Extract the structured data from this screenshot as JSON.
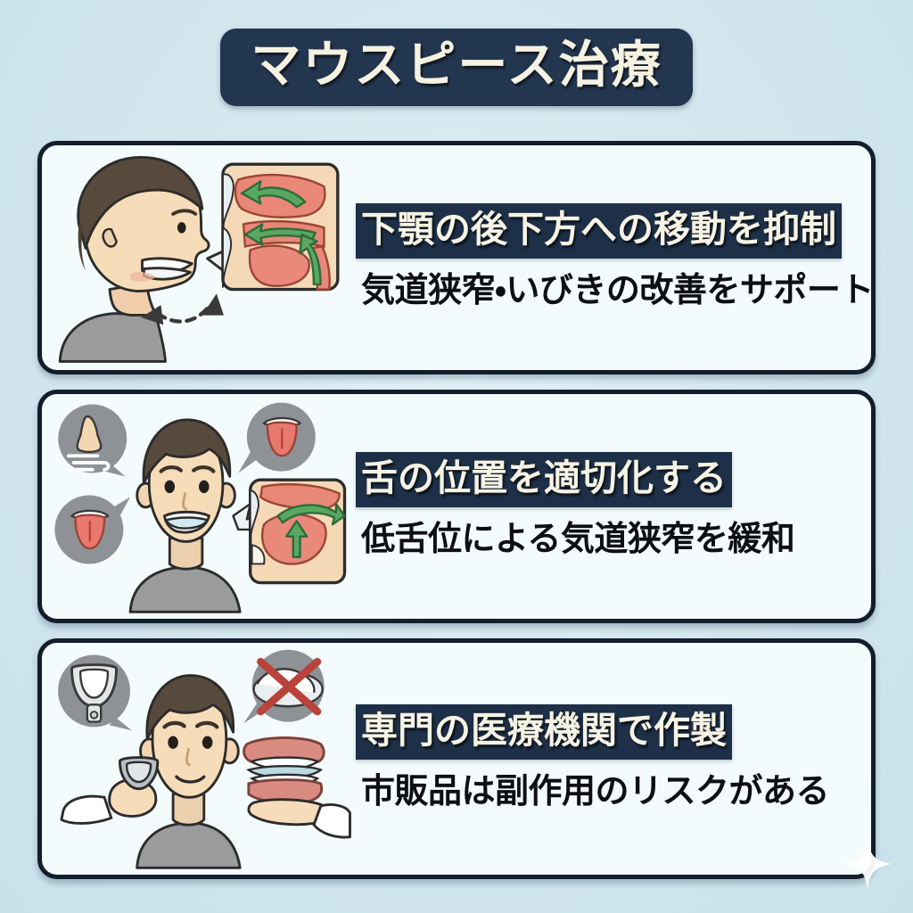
{
  "page": {
    "background_color": "#d3e6ed",
    "title": "マウスピース治療",
    "title_badge_color": "#23364f",
    "title_text_color": "#f6f2e2"
  },
  "theme": {
    "card_background": "#f3fbfc",
    "card_border": "#141d2c",
    "headline_band_color": "#1d3048",
    "headline_text_color": "#f7f3e4",
    "subline_text_color": "#0d0f12",
    "accent_green": "#4f9c5a",
    "accent_red": "#b9423a",
    "badge_gray": "#8e9296",
    "tissue_pink": "#e98878",
    "skin": "#f5d9b6",
    "hair": "#4b4034",
    "shirt": "#9a9b9d"
  },
  "cards": [
    {
      "id": "card-1",
      "headline": "下顎の後下方への移動を抑制",
      "subline": "気道狭窄・いびきの改善をサポート",
      "illustration": {
        "name": "profile-head-with-mouthpiece-and-airway-panel",
        "elements": [
          "man-profile-facing-right",
          "mouthpiece-in-mouth",
          "dashed-double-arrow-jaw-movement",
          "speech-bubble-airway-cross-section",
          "green-airflow-arrows"
        ]
      }
    },
    {
      "id": "card-2",
      "headline": "舌の位置を適切化する",
      "subline": "低舌位による気道狭窄を緩和",
      "illustration": {
        "name": "front-face-with-tongue-badges-and-airway-panel",
        "elements": [
          "man-front-facing",
          "mouthpiece-on-teeth",
          "badge-nose-with-airflow",
          "badge-tongue-upper-right",
          "badge-tongue-lower-left",
          "speech-bubble-tongue-elevation-panel",
          "green-upward-arrow"
        ]
      }
    },
    {
      "id": "card-3",
      "headline": "専門の医療機関で作製",
      "subline": "市販品は副作用のリスクがある",
      "illustration": {
        "name": "custom-made-vs-otc-mouthguard",
        "elements": [
          "man-front-facing",
          "badge-impression-tray",
          "badge-otc-mouthguard-crossed-out",
          "hand-holding-tray",
          "hand-holding-dental-model"
        ]
      }
    }
  ],
  "decorations": {
    "sparkle": "four-point-sparkle"
  }
}
